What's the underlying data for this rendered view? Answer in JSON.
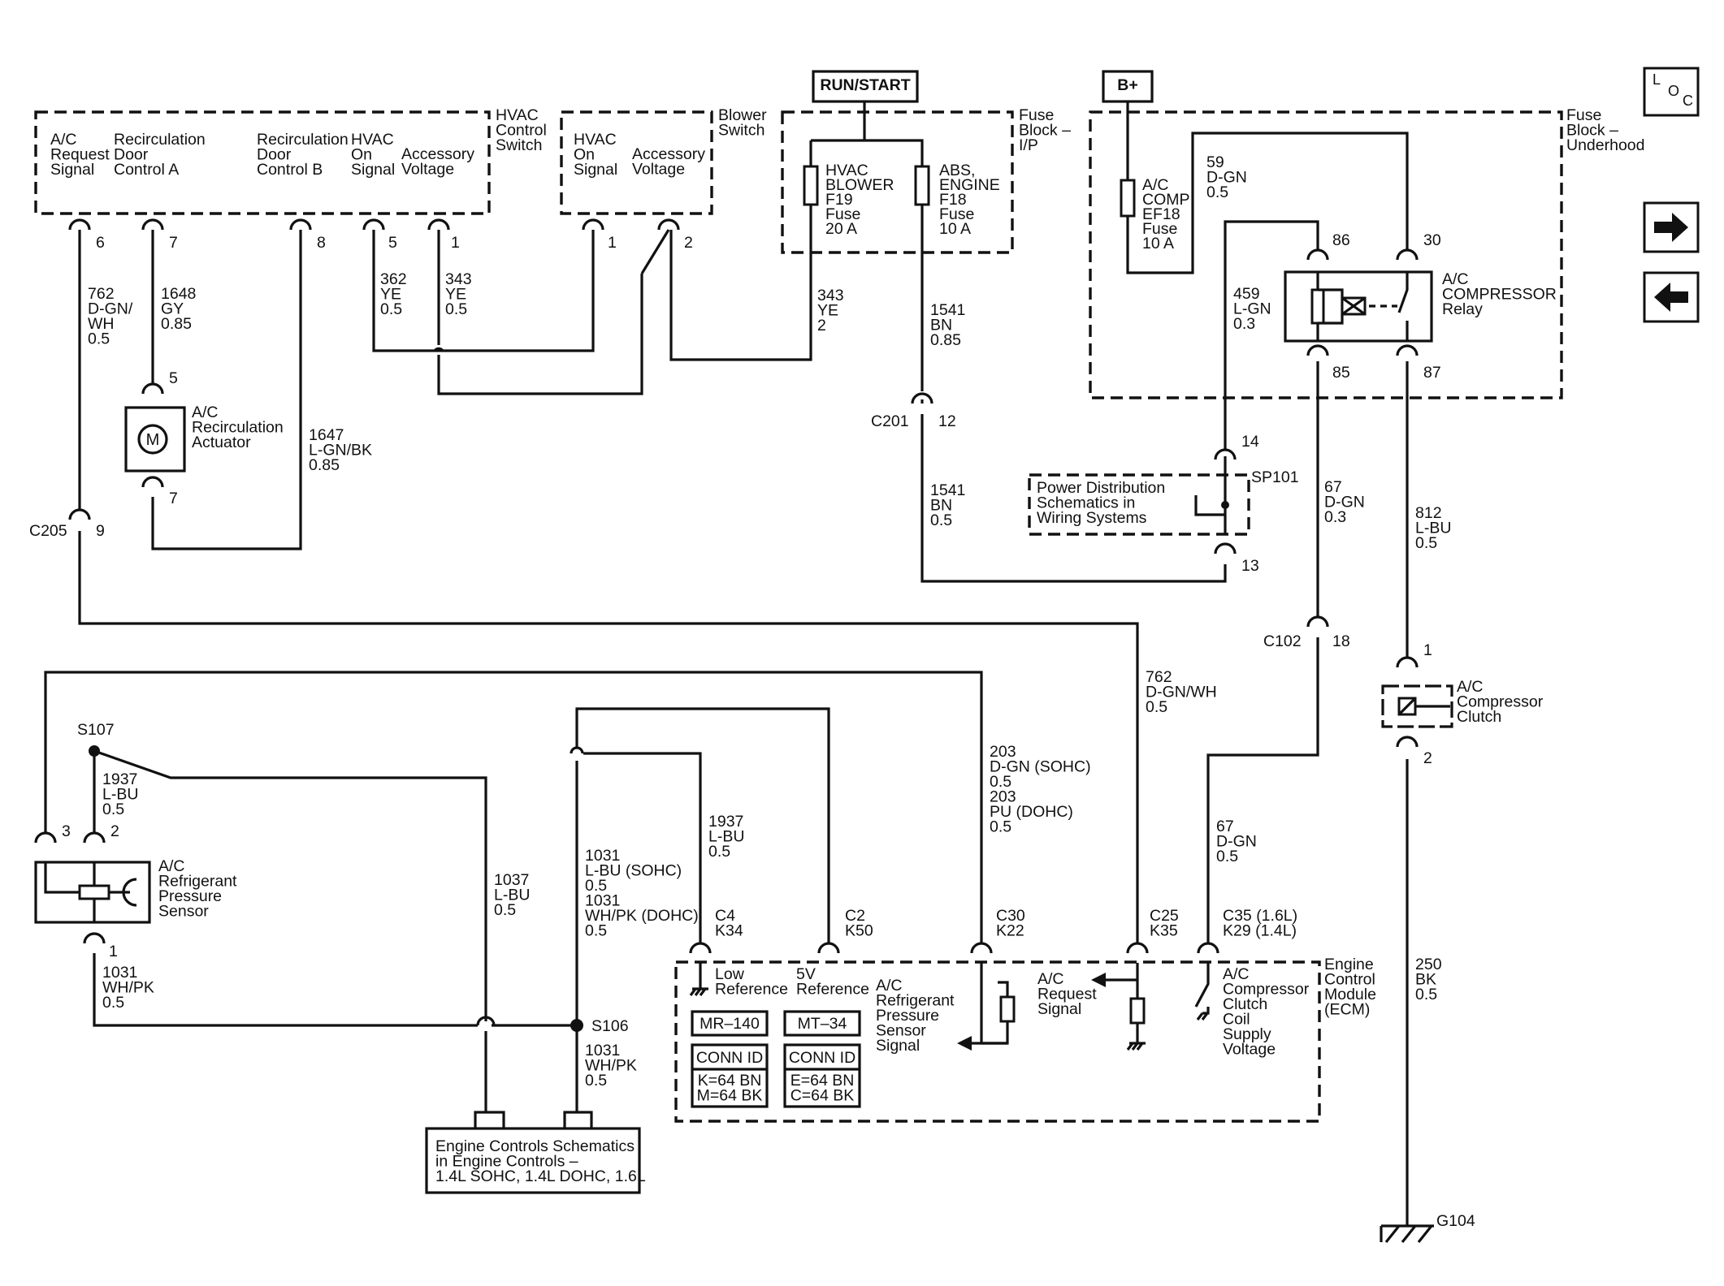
{
  "components": {
    "hvac_control_switch": {
      "title": [
        "HVAC",
        "Control",
        "Switch"
      ]
    },
    "blower_switch": {
      "title": [
        "Blower",
        "Switch"
      ]
    },
    "fuse_block_ip": {
      "title": [
        "Fuse",
        "Block –",
        "I/P"
      ]
    },
    "fuse_block_underhood": {
      "title": [
        "Fuse",
        "Block –",
        "Underhood"
      ]
    },
    "ac_request_signal_pin": [
      "A/C",
      "Request",
      "Signal"
    ],
    "recirc_door_a_pin": [
      "Recirculation",
      "Door",
      "Control A"
    ],
    "recirc_door_b_pin": [
      "Recirculation",
      "Door",
      "Control B"
    ],
    "hvac_on_signal_pin": [
      "HVAC",
      "On",
      "Signal"
    ],
    "accessory_voltage_pin": [
      "Accessory",
      "Voltage"
    ],
    "blower_hvac_on_pin": [
      "HVAC",
      "On",
      "Signal"
    ],
    "blower_accessory_pin": [
      "Accessory",
      "Voltage"
    ],
    "hvac_blower_fuse": [
      "HVAC",
      "BLOWER",
      "F19",
      "Fuse",
      "20 A"
    ],
    "abs_engine_fuse": [
      "ABS,",
      "ENGINE",
      "F18",
      "Fuse",
      "10 A"
    ],
    "ac_comp_fuse": [
      "A/C",
      "COMP",
      "EF18",
      "Fuse",
      "10 A"
    ],
    "compressor_relay": [
      "A/C",
      "COMPRESSOR",
      "Relay"
    ],
    "recirc_actuator": [
      "A/C",
      "Recirculation",
      "Actuator"
    ],
    "recirc_actuator_symbol": "M",
    "power_distribution_ref": [
      "Power Distribution",
      "Schematics in",
      "Wiring Systems"
    ],
    "compressor_clutch": [
      "A/C",
      "Compressor",
      "Clutch"
    ],
    "refrigerant_sensor": [
      "A/C",
      "Refrigerant",
      "Pressure",
      "Sensor"
    ],
    "engine_controls_ref": [
      "Engine Controls Schematics",
      "in Engine Controls –",
      "1.4L SOHC, 1.4L DOHC, 1.6L"
    ],
    "ecm": [
      "Engine",
      "Control",
      "Module",
      "(ECM)"
    ],
    "ecm_low_ref": [
      "Low",
      "Reference"
    ],
    "ecm_5v_ref": [
      "5V",
      "Reference"
    ],
    "ecm_sensor_signal": [
      "A/C",
      "Refrigerant",
      "Pressure",
      "Sensor",
      "Signal"
    ],
    "ecm_ac_request": [
      "A/C",
      "Request",
      "Signal"
    ],
    "ecm_clutch_supply": [
      "A/C",
      "Compressor",
      "Clutch",
      "Coil",
      "Supply",
      "Voltage"
    ]
  },
  "power_labels": {
    "run_start": "RUN/START",
    "battery": "B+"
  },
  "connector_tables": {
    "left": {
      "part": "MR–140",
      "header": "CONN ID",
      "rows": [
        "K=64 BN",
        "M=64 BK"
      ]
    },
    "right": {
      "part": "MT–34",
      "header": "CONN ID",
      "rows": [
        "E=64 BN",
        "C=64 BK"
      ]
    }
  },
  "connectors": {
    "c201": "C201",
    "c205": "C205",
    "c102": "C102",
    "sp101": "SP101",
    "s107": "S107",
    "s106": "S106",
    "g104": "G104",
    "c4": [
      "C4",
      "K34"
    ],
    "c2": [
      "C2",
      "K50"
    ],
    "c30": [
      "C30",
      "K22"
    ],
    "c25": [
      "C25",
      "K35"
    ],
    "c35": [
      "C35 (1.6L)",
      "K29 (1.4L)"
    ]
  },
  "pins": {
    "hvac_6": "6",
    "hvac_7": "7",
    "hvac_8": "8",
    "hvac_5": "5",
    "hvac_1": "1",
    "blower_1": "1",
    "blower_2": "2",
    "act_5": "5",
    "act_7": "7",
    "c201_12": "12",
    "c205_9": "9",
    "relay_86": "86",
    "relay_30": "30",
    "relay_85": "85",
    "relay_87": "87",
    "sp_14": "14",
    "sp_13": "13",
    "c102_18": "18",
    "clutch_1": "1",
    "clutch_2": "2",
    "sensor_3": "3",
    "sensor_2": "2",
    "sensor_1": "1"
  },
  "wires": {
    "w762_top": [
      "762",
      "D-GN/",
      "WH",
      "0.5"
    ],
    "w1648": [
      "1648",
      "GY",
      "0.85"
    ],
    "w362": [
      "362",
      "YE",
      "0.5"
    ],
    "w343_a": [
      "343",
      "YE",
      "0.5"
    ],
    "w343_b": [
      "343",
      "YE",
      "2"
    ],
    "w1541_top": [
      "1541",
      "BN",
      "0.85"
    ],
    "w1541_bot": [
      "1541",
      "BN",
      "0.5"
    ],
    "w59": [
      "59",
      "D-GN",
      "0.5"
    ],
    "w459": [
      "459",
      "L-GN",
      "0.3"
    ],
    "w1647": [
      "1647",
      "L-GN/BK",
      "0.85"
    ],
    "w67_top": [
      "67",
      "D-GN",
      "0.3"
    ],
    "w812": [
      "812",
      "L-BU",
      "0.5"
    ],
    "w762_mid": [
      "762",
      "D-GN/WH",
      "0.5"
    ],
    "w203": [
      "203",
      "D-GN (SOHC)",
      "0.5",
      "203",
      "PU (DOHC)",
      "0.5"
    ],
    "w67_bot": [
      "67",
      "D-GN",
      "0.5"
    ],
    "w1937_left": [
      "1937",
      "L-BU",
      "0.5"
    ],
    "w1937_right": [
      "1937",
      "L-BU",
      "0.5"
    ],
    "w1037": [
      "1037",
      "L-BU",
      "0.5"
    ],
    "w1031_mid": [
      "1031",
      "L-BU (SOHC)",
      "0.5",
      "1031",
      "WH/PK (DOHC)",
      "0.5"
    ],
    "w1031_s106": [
      "1031",
      "WH/PK",
      "0.5"
    ],
    "w1031_left": [
      "1031",
      "WH/PK",
      "0.5"
    ],
    "w250": [
      "250",
      "BK",
      "0.5"
    ]
  },
  "nav": {
    "loc_letters": [
      "L",
      "O",
      "C"
    ]
  }
}
